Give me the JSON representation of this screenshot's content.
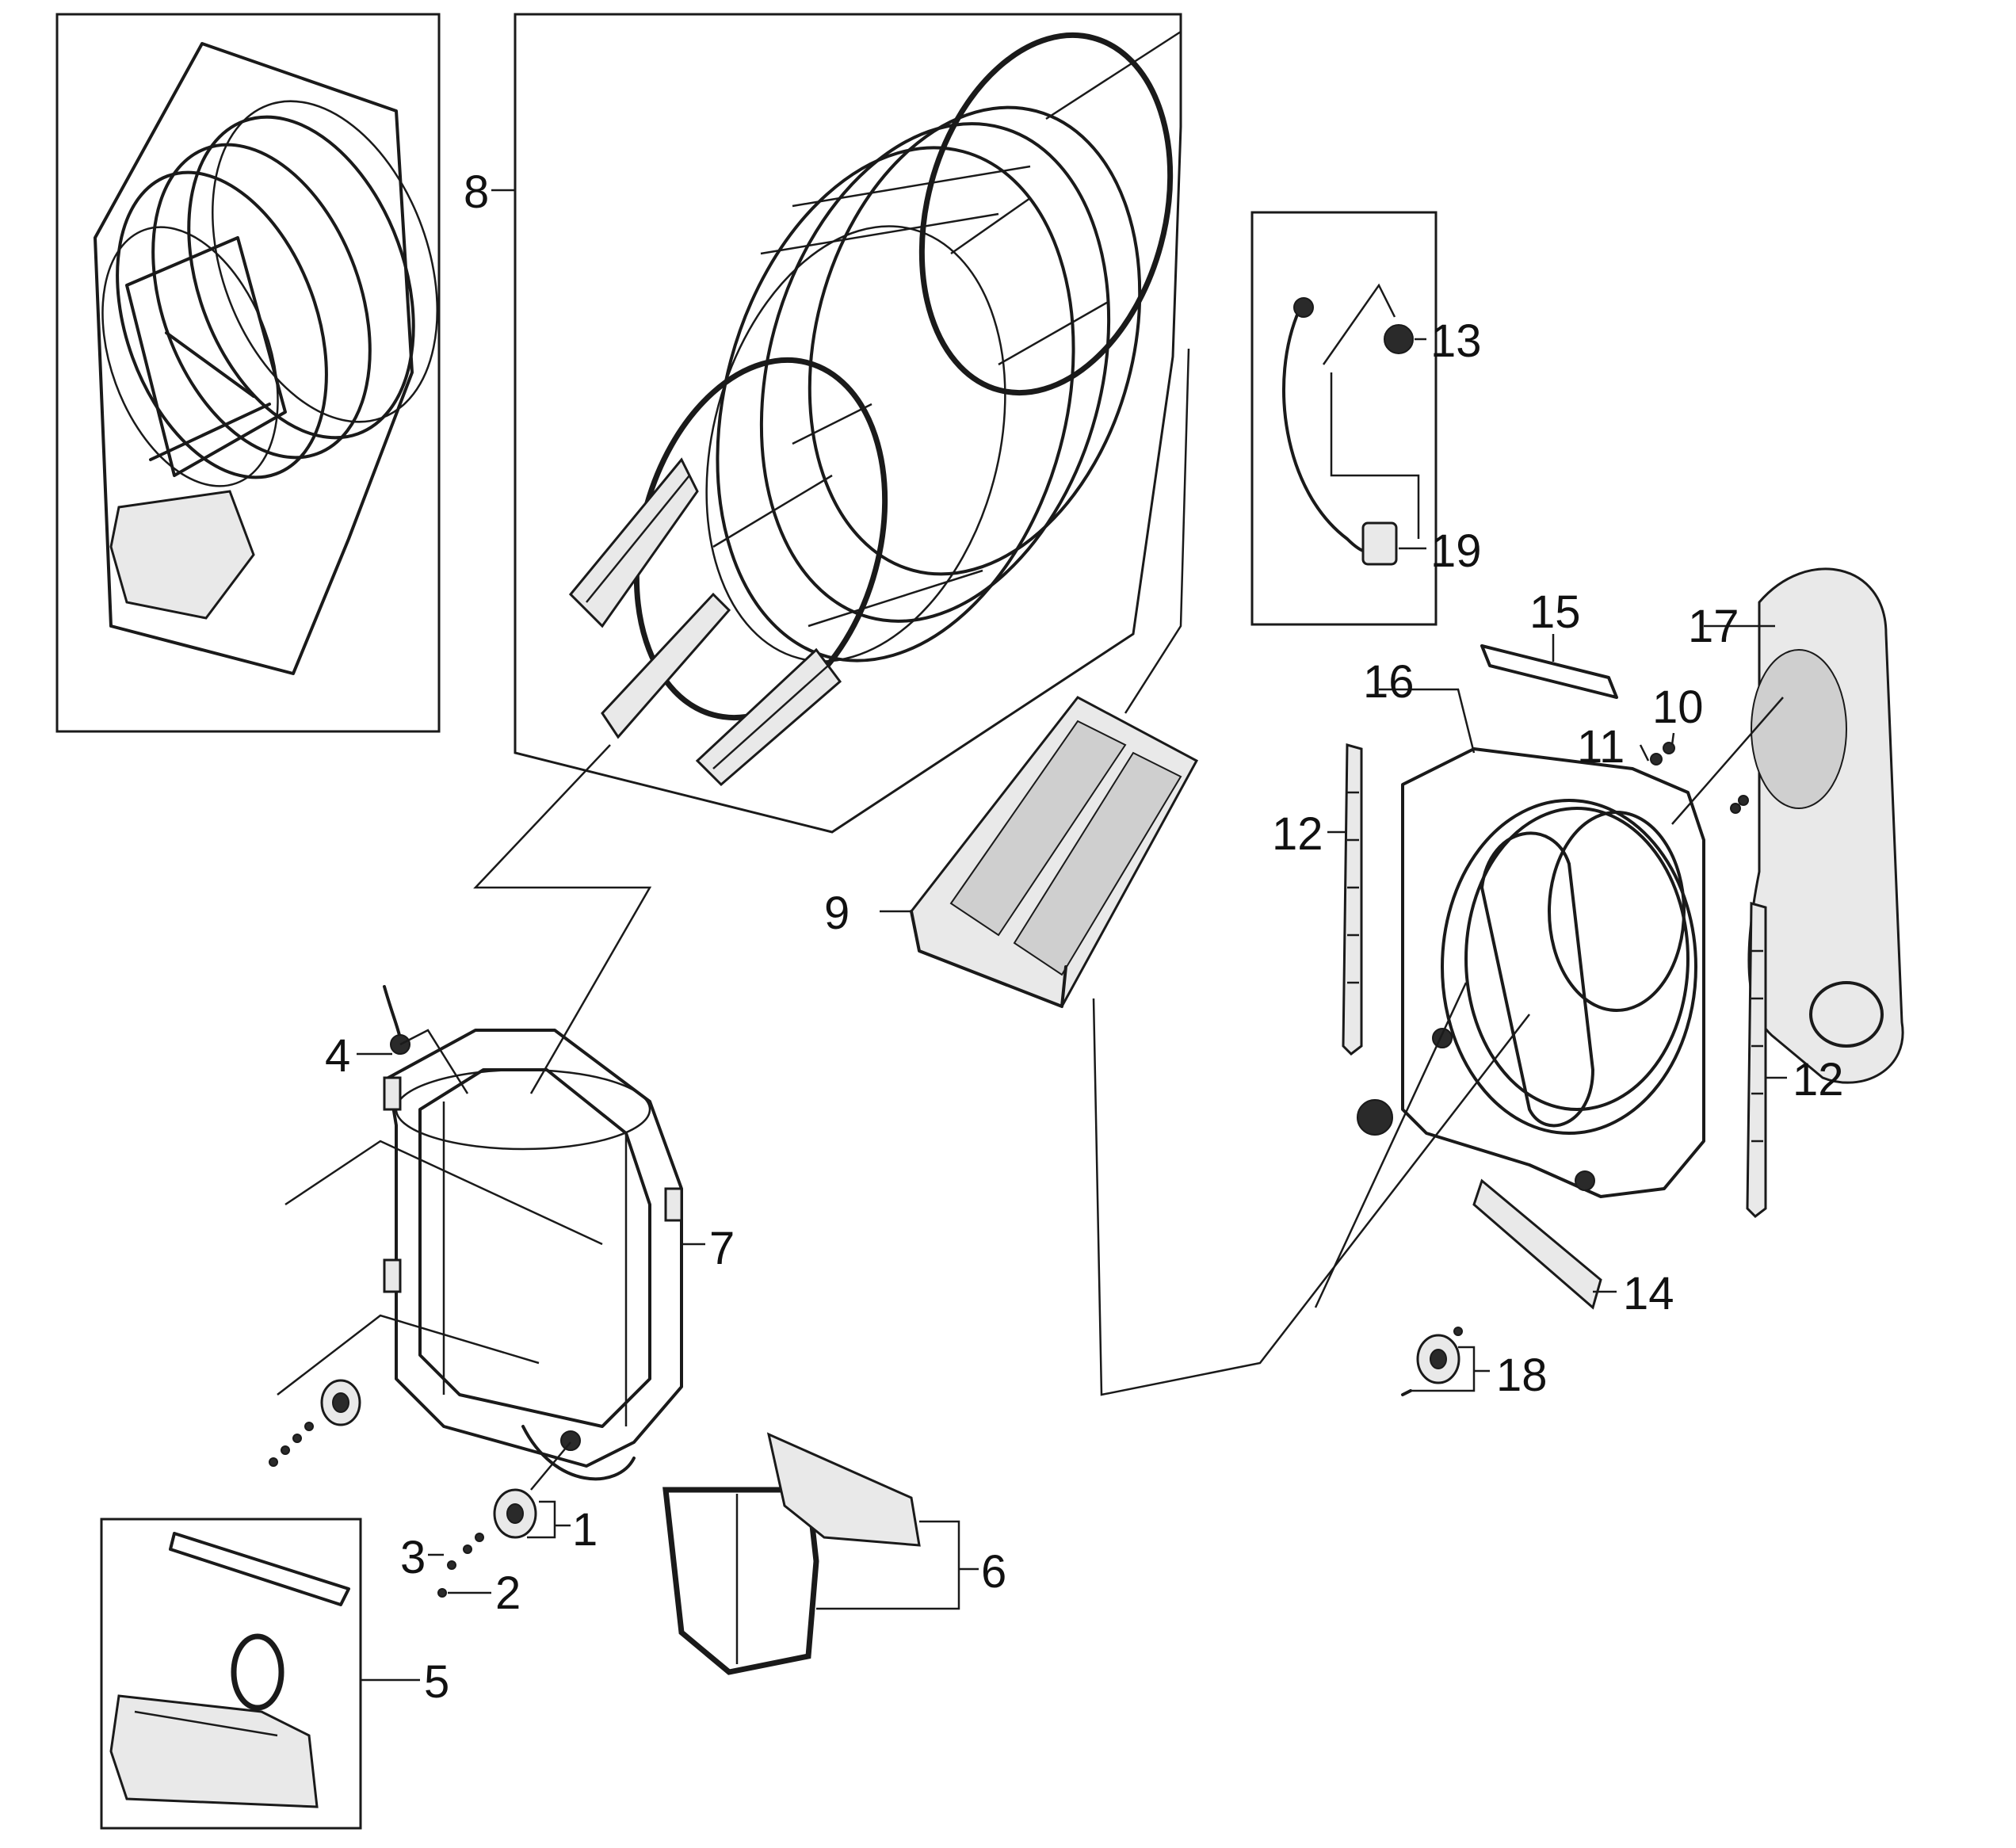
{
  "diagram": {
    "part_numbers": [
      "1",
      "2",
      "3",
      "4",
      "5",
      "6",
      "7",
      "8",
      "9",
      "10",
      "11",
      "12",
      "12",
      "13",
      "14",
      "15",
      "16",
      "17",
      "18",
      "19"
    ]
  },
  "colors": {
    "line": "#1a1a1a",
    "background": "#ffffff",
    "shade": "#e9e9e9"
  }
}
